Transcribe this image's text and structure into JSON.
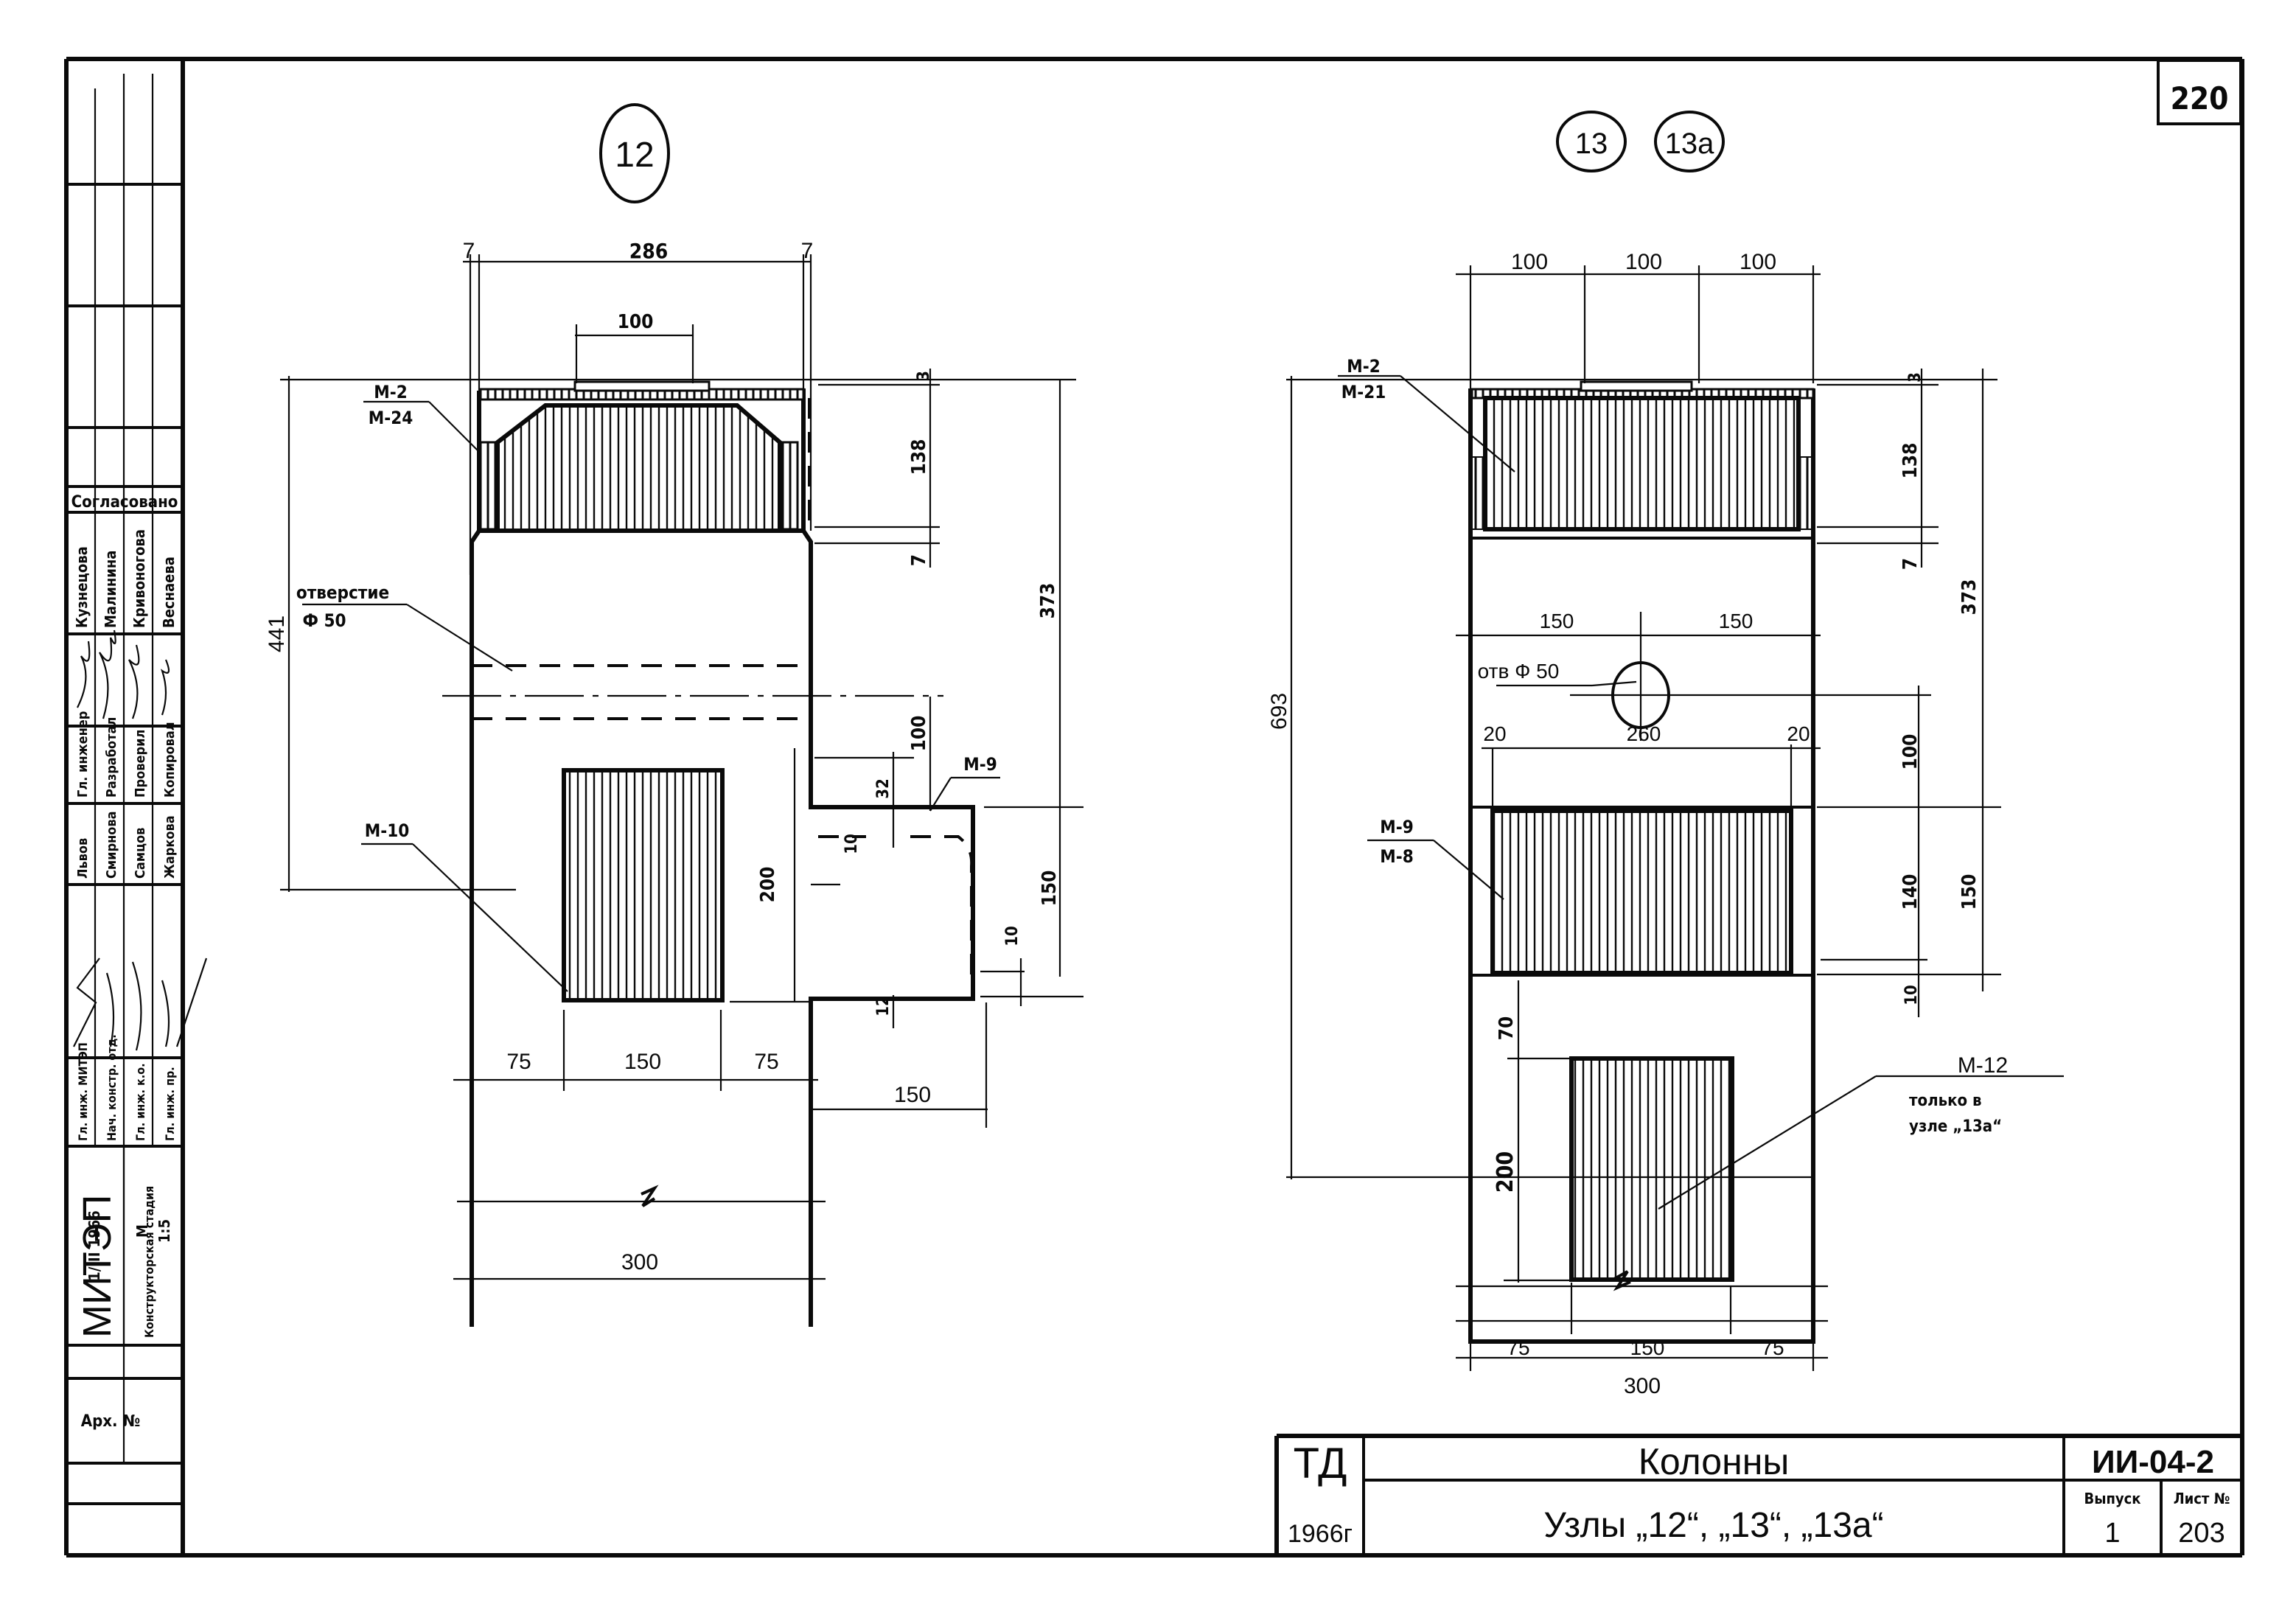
{
  "sheet": {
    "page_number": "220",
    "colors": {
      "ink": "#0a0a0a",
      "paper": "#ffffff"
    }
  },
  "title_block": {
    "org": "ТД",
    "year": "1966г",
    "title": "Колонны",
    "subtitle": "Узлы „12“, „13“, „13а“",
    "series": "ИИ-04-2",
    "issue_label": "Выпуск",
    "issue_value": "1",
    "sheet_label": "Лист №",
    "sheet_value": "203"
  },
  "side_stamp": {
    "agreed_label": "Согласовано",
    "agreed_names": [
      "Кузнецова",
      "Малинина",
      "Кривоногова",
      "Веснаева"
    ],
    "roles": [
      "Гл. инженер",
      "Разработал",
      "Проверил",
      "Копировал"
    ],
    "names": [
      "Львов",
      "Смирнова",
      "Самцов",
      "Жаркова"
    ],
    "roles2": [
      "Гл. инж. МИТЭП",
      "Нач. констр. отд.",
      "Гл. инж. к.о.",
      "Гл. инж. пр."
    ],
    "date": "1/III 1966",
    "scale_label": "М",
    "scale_value": "1:5",
    "institute": "МИТЭП",
    "department": "Конструкторская стадия",
    "archive_label": "Арх. №"
  },
  "node12": {
    "marker": "12",
    "dims": {
      "left_7": "7",
      "width_286": "286",
      "right_7": "7",
      "top_100": "100",
      "gap_3": "3",
      "h_138": "138",
      "h_7": "7",
      "total_441": "441",
      "total_373": "373",
      "h_100": "100",
      "h_32": "32",
      "w_10": "10",
      "h_200": "200",
      "h_150": "150",
      "w_10b": "10",
      "h_12": "12",
      "b75a": "75",
      "b150": "150",
      "b75b": "75",
      "side150": "150",
      "w300": "300"
    },
    "labels": {
      "plate_top": "М-2",
      "plate_bottom": "М-24",
      "hole_title": "отверстие",
      "hole_size": "Ф 50",
      "m9": "М-9",
      "m10": "М-10"
    }
  },
  "node13": {
    "marker_13": "13",
    "marker_13a": "13а",
    "dims": {
      "w100a": "100",
      "w100b": "100",
      "w100c": "100",
      "gap_3": "3",
      "h_138": "138",
      "h_7": "7",
      "total_373": "373",
      "total_693": "693",
      "w150a": "150",
      "w150b": "150",
      "d20a": "20",
      "w260": "260",
      "d20b": "20",
      "h_100": "100",
      "h_140": "140",
      "h_150": "150",
      "h_10": "10",
      "h_70": "70",
      "h_200": "200",
      "b75a": "75",
      "b150": "150",
      "b75b": "75",
      "w300": "300"
    },
    "labels": {
      "plate_top": "М-2",
      "plate_bottom": "М-21",
      "hole": "отв Ф 50",
      "m9": "М-9",
      "m8": "М-8",
      "m12": "М-12",
      "m12_note_1": "только в",
      "m12_note_2": "узле „13а“"
    }
  }
}
